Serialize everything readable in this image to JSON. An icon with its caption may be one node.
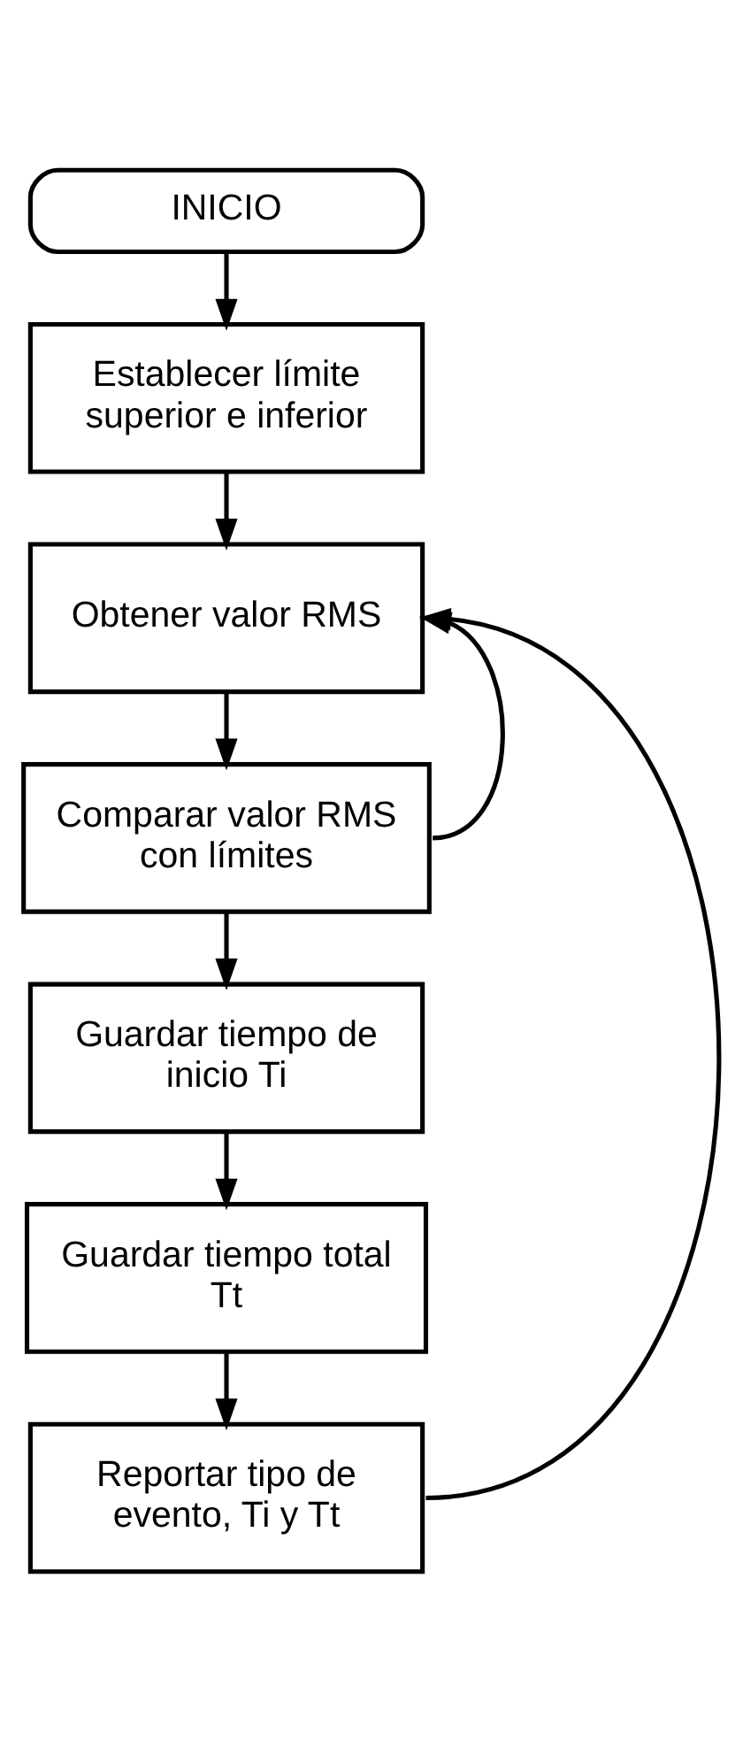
{
  "diagram": {
    "nodes": [
      {
        "text": [
          "INICIO"
        ]
      },
      {
        "text": [
          "Establecer límite superior e inferior"
        ]
      },
      {
        "text": [
          "Obtener valor RMS"
        ]
      },
      {
        "text": [
          "Comparar valor RMS con límites"
        ]
      },
      {
        "text": [
          "Guardar tiempo de inicio Ti"
        ]
      },
      {
        "text": [
          "Guardar tiempo total Tt"
        ]
      },
      {
        "text": [
          "Reportar tipo de evento, Ti y Tt"
        ]
      }
    ],
    "edges": [
      {
        "from": 0,
        "to": 1,
        "arrow": "to"
      },
      {
        "from": 1,
        "to": 2,
        "arrow": "to"
      },
      {
        "from": 2,
        "to": 3,
        "arrow": "to"
      },
      {
        "from": 3,
        "to": 4,
        "arrow": "to"
      },
      {
        "from": 3,
        "to": 2,
        "arrow": "to"
      },
      {
        "from": 4,
        "to": 5,
        "arrow": "to"
      },
      {
        "from": 5,
        "to": 6,
        "arrow": "to"
      },
      {
        "from": 6,
        "to": 2,
        "arrow": "to"
      }
    ]
  }
}
